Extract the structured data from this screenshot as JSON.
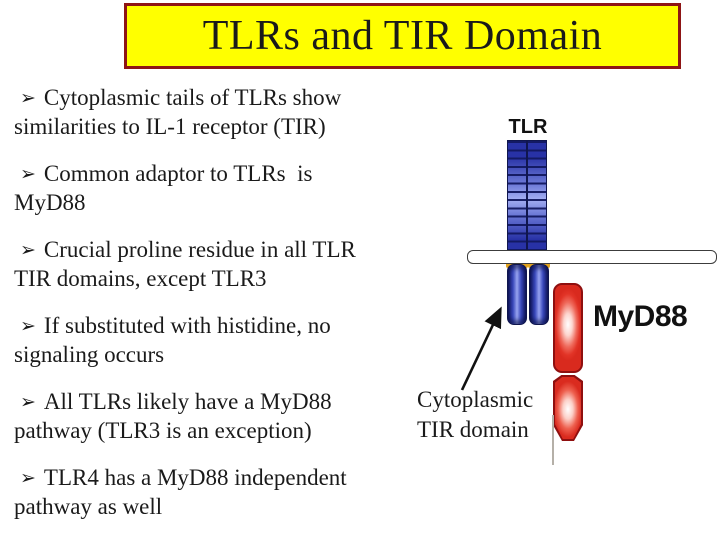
{
  "title": "TLRs and TIR Domain",
  "bullet_glyph": "➢",
  "bullets": [
    "Cytoplasmic tails of TLRs show\nsimilarities to IL-1 receptor (TIR)",
    "Common adaptor to TLRs  is\nMyD88",
    "Crucial proline residue in all TLR\nTIR domains, except TLR3",
    "If substituted with histidine, no\nsignaling occurs",
    "All TLRs likely have a MyD88\npathway (TLR3 is an exception)",
    "TLR4 has a MyD88 independent\npathway as well"
  ],
  "diagram": {
    "tlr_label": "TLR",
    "myd88_label": "MyD88",
    "annotation_line1": "Cytoplasmic",
    "annotation_line2": "TIR domain"
  },
  "colors": {
    "banner_bg": "#ffff00",
    "banner_border": "#8e1515",
    "text": "#1a1a1a",
    "blue_dark": "#10164e",
    "red_border": "#8f0f0f",
    "red_mid": "#e23427",
    "membrane_border": "#3c3c3c",
    "tick_yellow": "#e2a31d"
  }
}
